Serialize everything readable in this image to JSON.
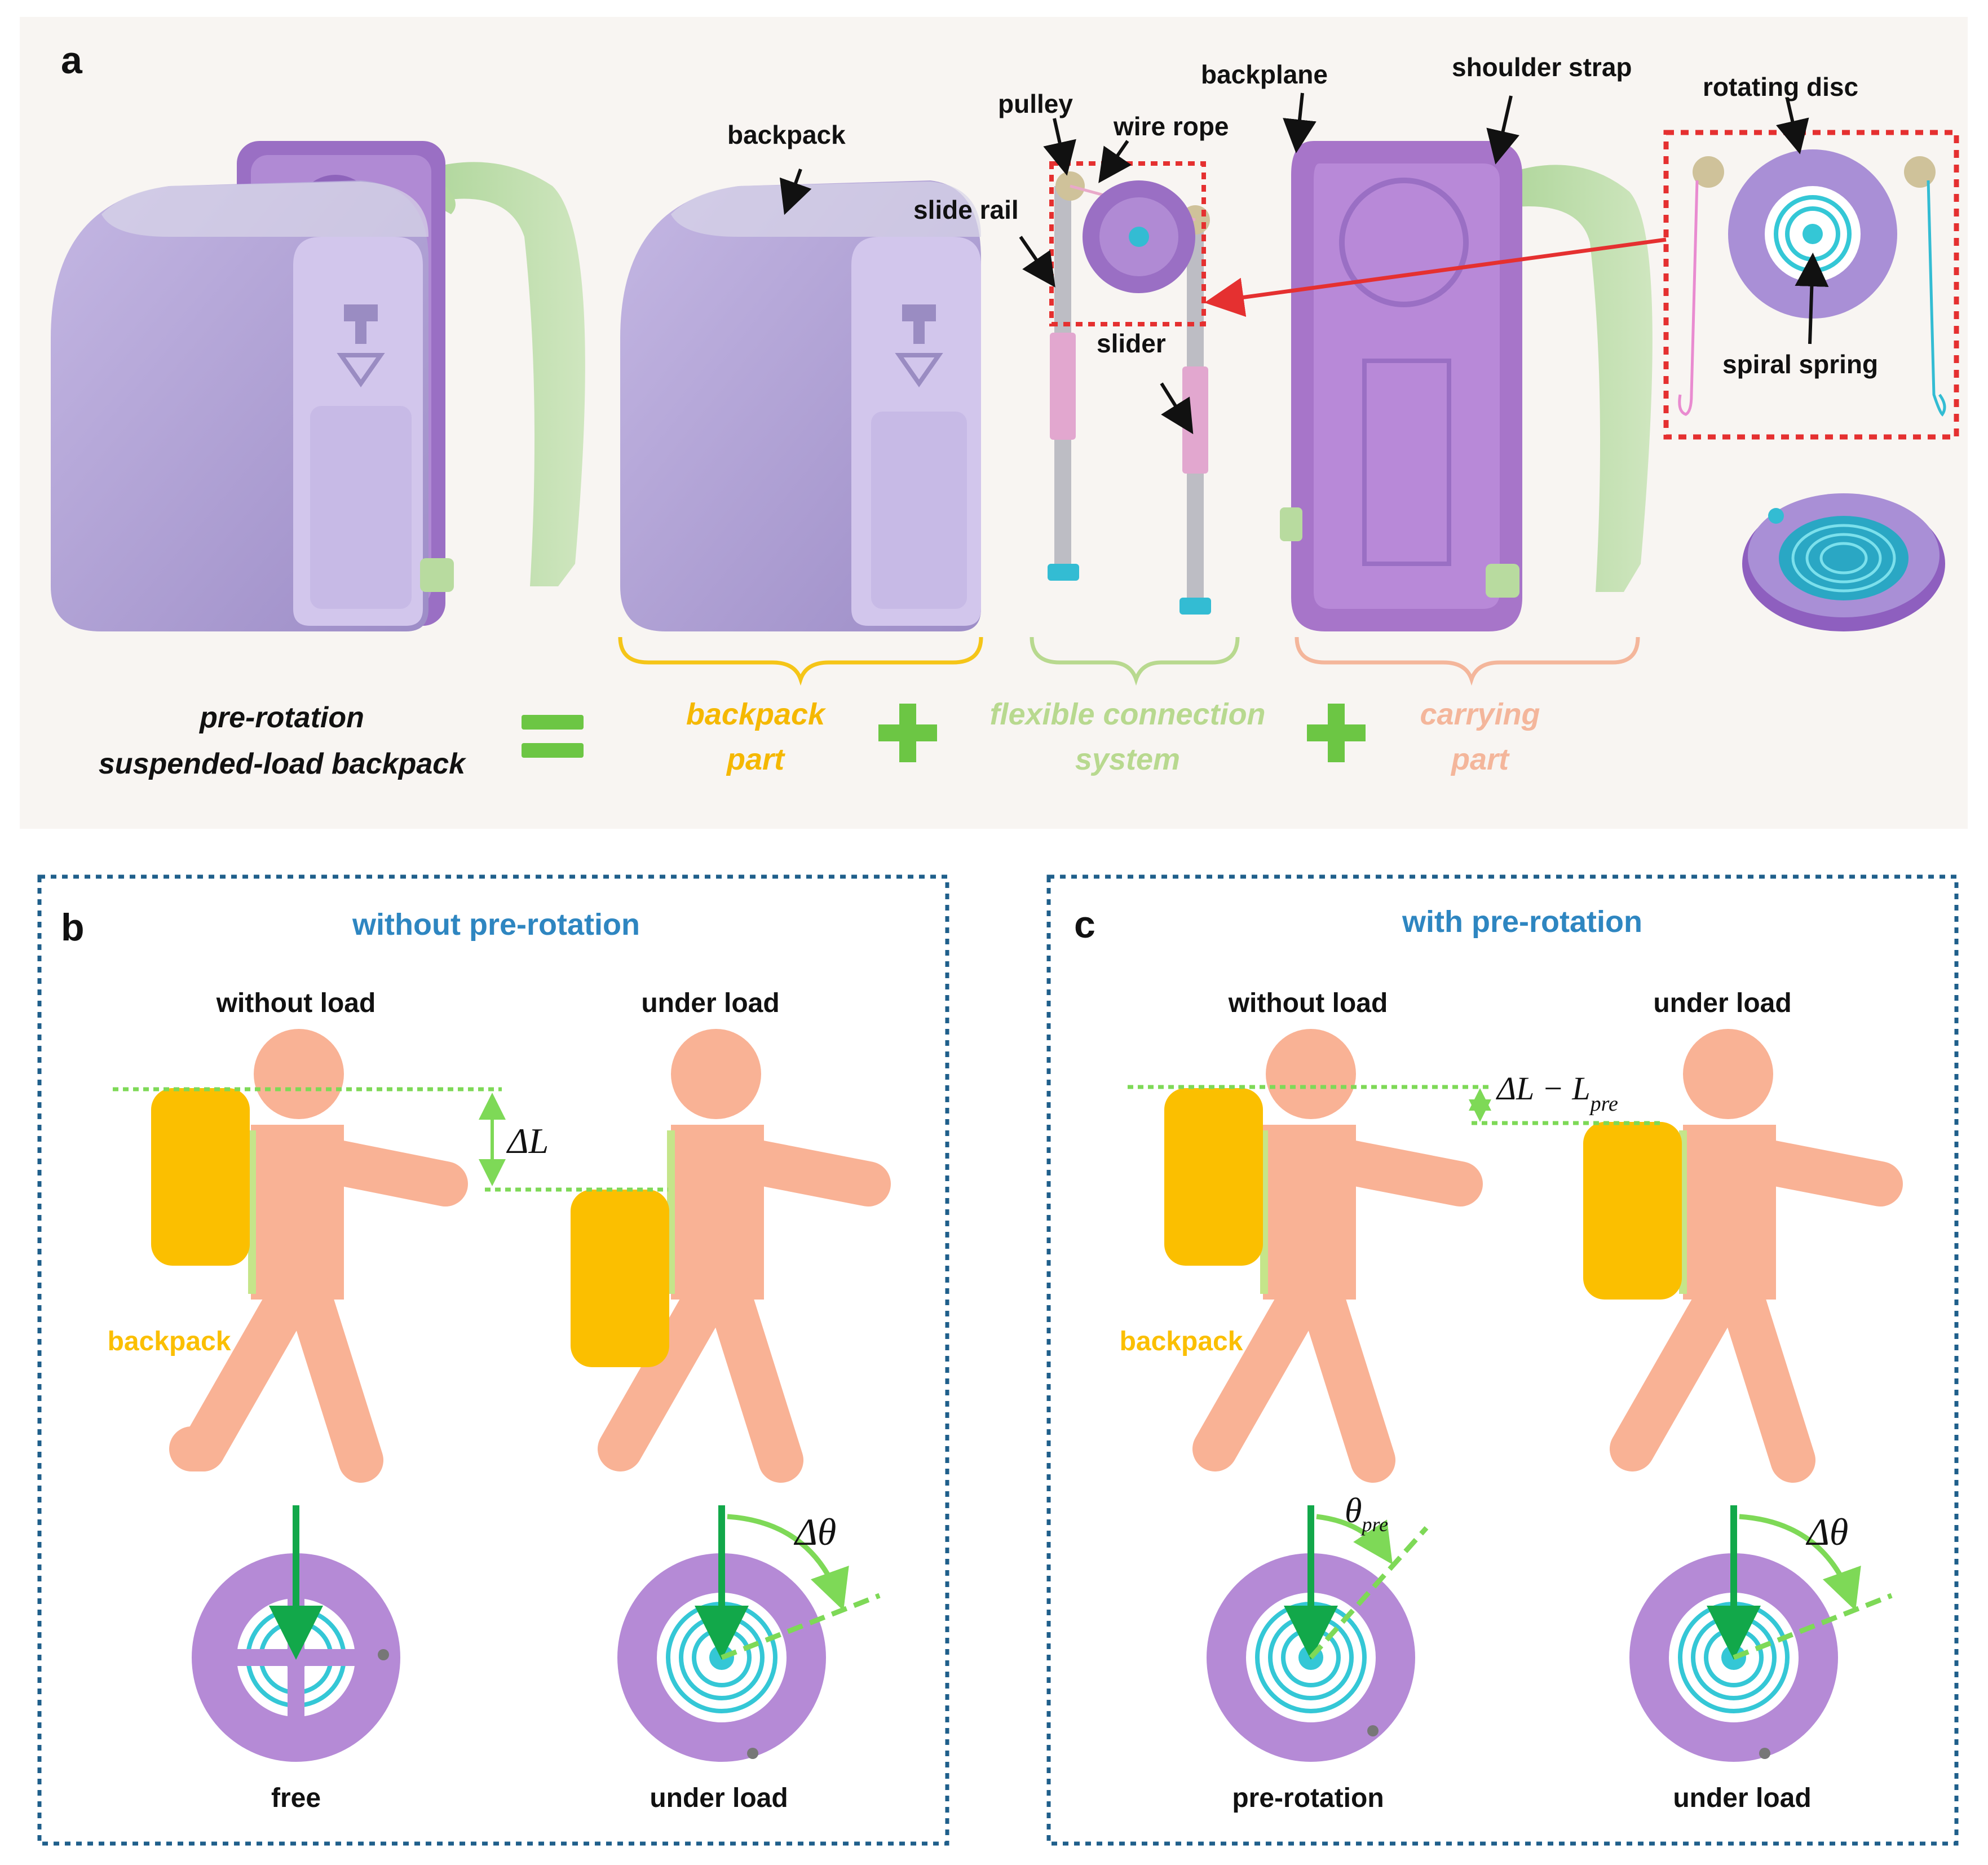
{
  "panel_a": {
    "letter": "a",
    "labels": {
      "backpack": "backpack",
      "pulley": "pulley",
      "wire_rope": "wire rope",
      "slide_rail": "slide rail",
      "slider": "slider",
      "backplane": "backplane",
      "shoulder_strap": "shoulder strap",
      "rotating_disc": "rotating disc",
      "spiral_spring": "spiral spring"
    },
    "equation": {
      "lhs_line1": "pre-rotation",
      "lhs_line2": "suspended-load backpack",
      "part1_line1": "backpack",
      "part1_line2": "part",
      "part2_line1": "flexible connection",
      "part2_line2": "system",
      "part3_line1": "carrying",
      "part3_line2": "part"
    }
  },
  "panel_b": {
    "letter": "b",
    "title": "without pre-rotation",
    "left_label": "without load",
    "right_label": "under load",
    "backpack_label": "backpack",
    "delta_label": "ΔL",
    "angle_label": "Δθ",
    "disc_left_label": "free",
    "disc_right_label": "under load"
  },
  "panel_c": {
    "letter": "c",
    "title": "with pre-rotation",
    "left_label": "without load",
    "right_label": "under load",
    "backpack_label": "backpack",
    "delta_main": "ΔL − L",
    "delta_sub": "pre",
    "theta_main": "θ",
    "theta_sub": "pre",
    "angle_label": "Δθ",
    "disc_left_label": "pre-rotation",
    "disc_right_label": "under load"
  },
  "colors": {
    "panel_bg": "#f8f5f2",
    "purple": "#a98fd6",
    "purple_dark": "#8d6cc4",
    "green_strap": "#b9dca4",
    "skin": "#f9b295",
    "backpack_yellow": "#fbbf00",
    "green_line": "#7ed957",
    "green_arrow": "#12a84a",
    "blue_title": "#2e86c1",
    "frame_blue": "#1f5f8b",
    "brace_yellow": "#f5c518",
    "brace_green": "#b8d98f",
    "brace_salmon": "#f4b69b",
    "plus_green": "#6cc644",
    "red": "#e53030",
    "cyan": "#34c7d6"
  }
}
